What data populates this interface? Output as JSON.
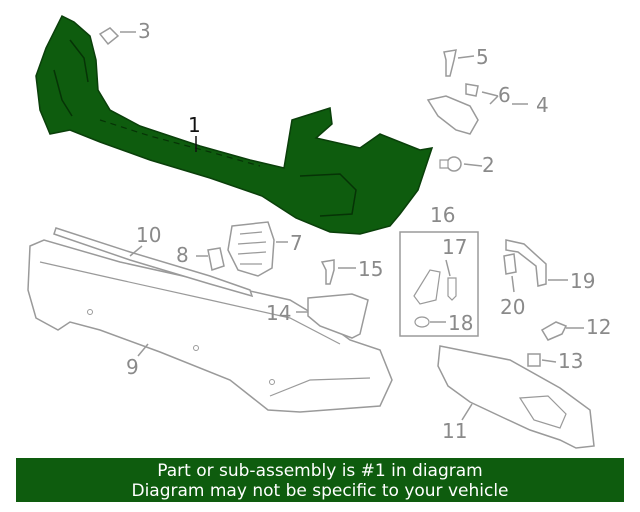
{
  "colors": {
    "highlight": "#0e5c0e",
    "outline": "#9a9a9a",
    "banner_text": "#ffffff"
  },
  "callouts": {
    "c1": "1",
    "c2": "2",
    "c3": "3",
    "c4": "4",
    "c5": "5",
    "c6": "6",
    "c7": "7",
    "c8": "8",
    "c9": "9",
    "c10": "10",
    "c11": "11",
    "c12": "12",
    "c13": "13",
    "c14": "14",
    "c15": "15",
    "c16": "16",
    "c17": "17",
    "c18": "18",
    "c19": "19",
    "c20": "20"
  },
  "banner": {
    "line1": "Part or sub-assembly is #1 in diagram",
    "line2": "Diagram may not be specific to your vehicle"
  }
}
